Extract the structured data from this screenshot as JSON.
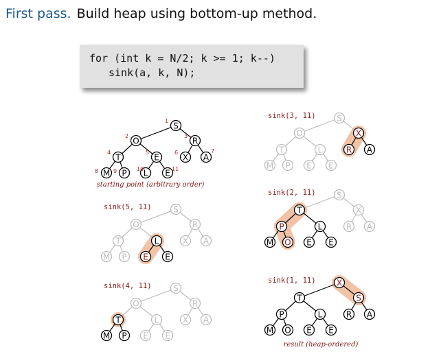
{
  "title": {
    "lead": "First pass.",
    "rest": "Build heap using bottom-up method."
  },
  "code": {
    "line1": "for (int k = N/2; k >= 1; k--)",
    "line2": "sink(a, k, N);"
  },
  "colors": {
    "active": "#000000",
    "faded": "#bcbcbc",
    "highlight": "#f2c2a6",
    "key_red": "#8b1a1a",
    "index_red": "#b22222"
  },
  "panels": [
    {
      "caption": "starting point (arbitrary order)",
      "keys": [
        "S",
        "O",
        "R",
        "T",
        "E",
        "X",
        "A",
        "M",
        "P",
        "L",
        "E"
      ],
      "indices": [
        "1",
        "2",
        "3",
        "4",
        "5",
        "6",
        "7",
        "8",
        "9",
        "10",
        "11"
      ],
      "active_nodes": [
        1,
        2,
        3,
        4,
        5,
        6,
        7,
        8,
        9,
        10,
        11
      ]
    },
    {
      "op": "sink(5, 11)",
      "keys": [
        "S",
        "O",
        "R",
        "T",
        "L",
        "X",
        "A",
        "M",
        "P",
        "E",
        "E"
      ],
      "active_nodes": [
        5,
        10,
        11
      ],
      "highlight": [
        5,
        10
      ],
      "red_nodes": [
        10
      ]
    },
    {
      "op": "sink(4, 11)",
      "keys": [
        "S",
        "O",
        "R",
        "T",
        "L",
        "X",
        "A",
        "M",
        "P",
        "E",
        "E"
      ],
      "active_nodes": [
        4,
        8,
        9
      ],
      "highlight": [
        4
      ]
    },
    {
      "op": "sink(3, 11)",
      "keys": [
        "S",
        "O",
        "X",
        "T",
        "L",
        "R",
        "A",
        "M",
        "P",
        "E",
        "E"
      ],
      "active_nodes": [
        3,
        6,
        7
      ],
      "highlight": [
        3,
        6
      ],
      "red_nodes": [
        3,
        6
      ]
    },
    {
      "op": "sink(2, 11)",
      "keys": [
        "S",
        "T",
        "X",
        "P",
        "L",
        "R",
        "A",
        "M",
        "O",
        "E",
        "E"
      ],
      "active_nodes": [
        2,
        4,
        5,
        8,
        9,
        10,
        11
      ],
      "highlight": [
        2,
        4,
        9
      ],
      "red_nodes": [
        4,
        9
      ]
    },
    {
      "op": "sink(1, 11)",
      "caption": "result (heap-ordered)",
      "keys": [
        "X",
        "T",
        "S",
        "P",
        "L",
        "R",
        "A",
        "M",
        "O",
        "E",
        "E"
      ],
      "active_nodes": [
        1,
        2,
        3,
        4,
        5,
        6,
        7,
        8,
        9,
        10,
        11
      ],
      "highlight": [
        1,
        3
      ],
      "red_nodes": [
        1,
        3
      ]
    }
  ]
}
